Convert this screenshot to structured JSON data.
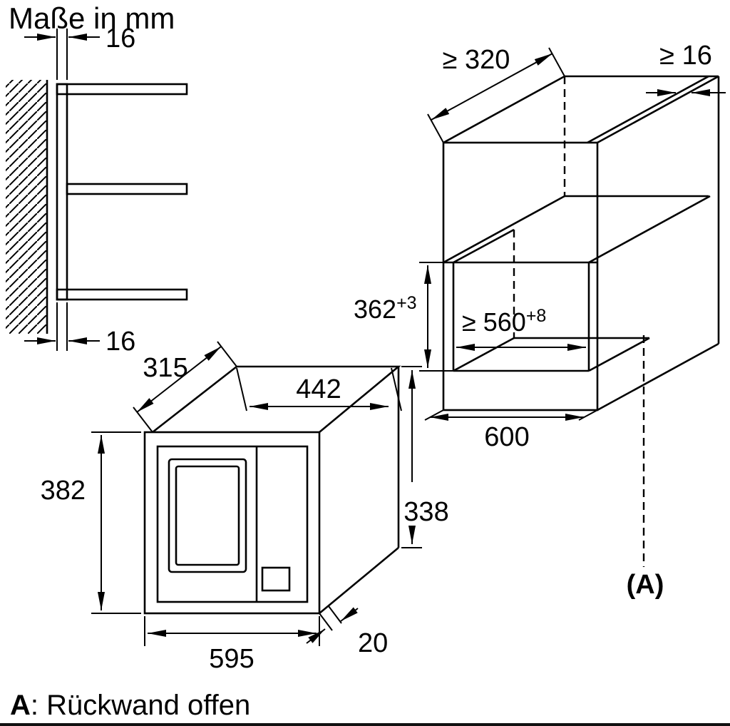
{
  "title": "Maße in mm",
  "caption": {
    "bold": "A",
    "rest": ": Rückwand offen"
  },
  "wall_detail": {
    "top_thickness": "16",
    "bottom_thickness": "16"
  },
  "microwave": {
    "depth": "315",
    "body_width": "442",
    "front_height": "382",
    "body_height": "338",
    "front_width": "595",
    "frame_overhang": "20"
  },
  "niche": {
    "min_top_depth": "≥ 320",
    "min_side_panel": "≥ 16",
    "height_base": "362",
    "height_tol": "+3",
    "width_base": "≥ 560",
    "width_tol": "+8",
    "bottom_width": "600",
    "open_back_label": "(A)"
  }
}
